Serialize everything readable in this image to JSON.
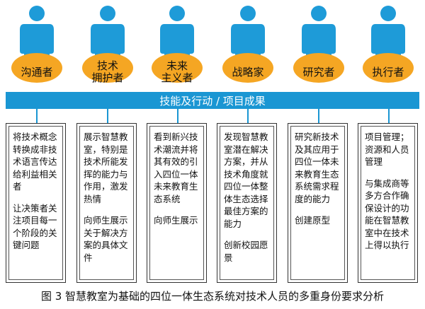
{
  "roles": [
    {
      "label": "沟通者"
    },
    {
      "label": "技术\n拥护者"
    },
    {
      "label": "未来\n主义者"
    },
    {
      "label": "战略家"
    },
    {
      "label": "研究者"
    },
    {
      "label": "执行者"
    }
  ],
  "banner": {
    "text": "技能及行动 / 项目成果"
  },
  "columns": [
    {
      "paragraphs": [
        "将技术概念转换成非技术语言传达给利益相关者",
        "让决策者关注项目每一个阶段的关键问题"
      ]
    },
    {
      "paragraphs": [
        "展示智慧教室，特别是技术所能发挥的能力与作用，激发热情",
        "向师生展示关于解决方案的具体文件"
      ]
    },
    {
      "paragraphs": [
        "看到新兴技术潮流并将其有效的引入四位一体未来教育生态系统",
        "向师生展示"
      ]
    },
    {
      "paragraphs": [
        "发现智慧教室潜在解决方案，并从技术角度就四位一体整体生态选择最佳方案的能力",
        "创新校园愿景"
      ]
    },
    {
      "paragraphs": [
        "研究新技术及其应用于四位一体未来教育生态系统需求程度的能力",
        "创建原型"
      ]
    },
    {
      "paragraphs": [
        "项目管理；资源和人员管理",
        "与集成商等多方合作确保设计的功能在智慧教室中在技术上得以执行"
      ]
    }
  ],
  "caption": {
    "text": "图 3  智慧教室为基础的四位一体生态系统对技术人员的多重身份要求分析"
  },
  "colors": {
    "figure": "#1e9bd8",
    "banner": "#1a96d3",
    "badge": "#f5a623"
  }
}
